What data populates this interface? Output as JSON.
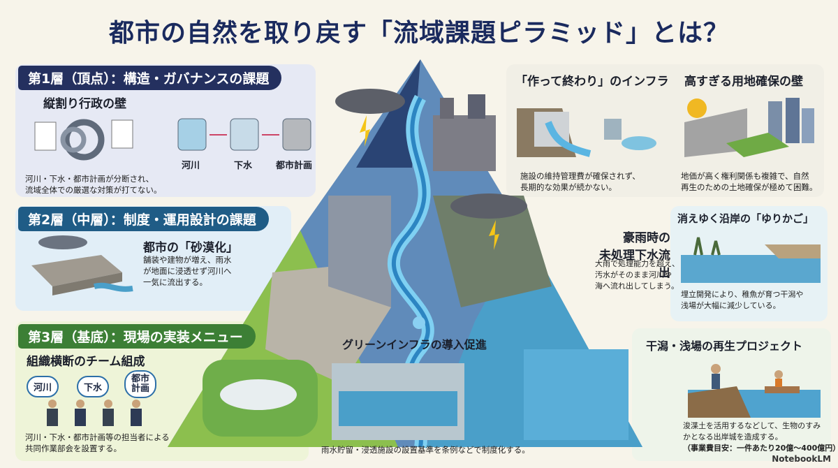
{
  "title": "都市の自然を取り戻す「流域課題ピラミッド」とは？",
  "tiers": {
    "layer1": {
      "label": "第1層（頂点）：構造・ガバナンスの課題",
      "heading": "縦割り行政の壁",
      "items": [
        "河川",
        "下水",
        "都市計画"
      ],
      "body": [
        "河川・下水・都市計画が分断され、",
        "流域全体での厳選な対策が打てない。"
      ]
    },
    "layer2": {
      "label": "第2層（中層）：制度・運用設計の課題",
      "heading": "都市の「砂漠化」",
      "body": [
        "舗装や建物が増え、雨水",
        "が地面に浸透せず河川へ",
        "一気に流出する。"
      ]
    },
    "layer3": {
      "label": "第3層（基底）：現場の実装メニュー",
      "heading": "組織横断のチーム組成",
      "badges": [
        "河川",
        "下水",
        "都市\n計画"
      ],
      "body": [
        "河川・下水・都市計画等の担当者による",
        "共同作業部会を設置する。"
      ]
    }
  },
  "right": {
    "infra": {
      "heading": "「作って終わり」のインフラ",
      "body": [
        "施設の維持管理費が確保されず、",
        "長期的な効果が続かない。"
      ]
    },
    "land": {
      "heading": "高すぎる用地確保の壁",
      "body": [
        "地価が高く権利関係も複雑で、自然",
        "再生のための土地確保が極めて困難。"
      ]
    },
    "sewage": {
      "heading": [
        "豪雨時の",
        "未処理下水流出"
      ],
      "body": [
        "大雨で処理能力を超え、",
        "汚水がそのまま河川や",
        "海へ流れ出してしまう。"
      ]
    },
    "coast": {
      "heading": "消えゆく沿岸の「ゆりかご」",
      "body": [
        "埋立開発により、稚魚が育つ干潟や",
        "浅場が大幅に減少している。"
      ]
    },
    "green": {
      "heading": "グリーンインフラの導入促進",
      "body": "雨水貯留・浸透施設の設置基準を条例などで制度化する。"
    },
    "tidal": {
      "heading": "干潟・浅場の再生プロジェクト",
      "body": [
        "浚渫土を活用するなどして、生物のすみ",
        "かとなる出岸城を造成する。",
        "（事業費目安：一件あたり20億〜400億円）"
      ]
    }
  },
  "footer": "NotebookLM"
}
